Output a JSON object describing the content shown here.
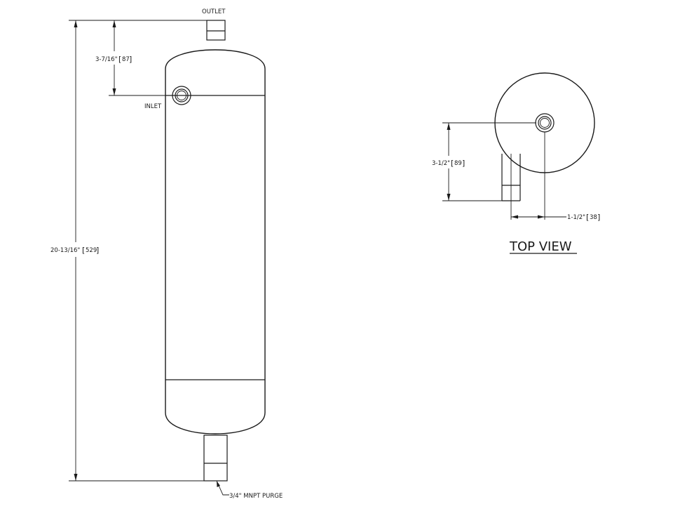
{
  "labels": {
    "outlet": "OUTLET",
    "inlet": "INLET",
    "purge": "3/4\" MNPT PURGE",
    "top_view": "TOP VIEW"
  },
  "dimensions": {
    "inlet_from_top": {
      "imperial": "3-7/16\"",
      "metric": "87"
    },
    "overall_height": {
      "imperial": "20-13/16\"",
      "metric": "529"
    },
    "top_view_depth": {
      "imperial": "3-1/2\"",
      "metric": "89"
    },
    "top_view_offset": {
      "imperial": "1-1/2\"",
      "metric": "38"
    }
  },
  "colors": {
    "line": "#1a1a1a",
    "background": "#ffffff"
  }
}
